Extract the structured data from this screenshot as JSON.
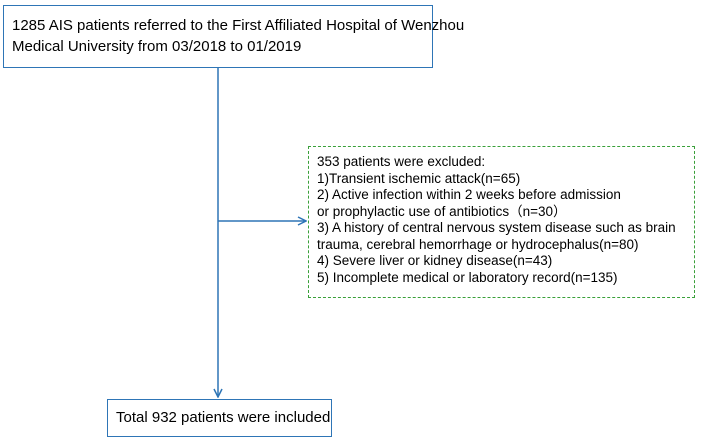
{
  "flowchart": {
    "top_box": {
      "lines": [
        "1285 AIS patients referred to the First Affiliated Hospital of Wenzhou",
        "Medical University  from 03/2018 to 01/2019"
      ]
    },
    "exclusion_box": {
      "lines": [
        "353 patients were excluded:",
        "1)Transient ischemic attack(n=65)",
        "2) Active infection within  2 weeks before admission",
        "or prophylactic use of antibiotics（n=30）",
        "3) A history of central nervous system disease such as brain",
        "trauma, cerebral hemorrhage or hydrocephalus(n=80)",
        "4) Severe liver or kidney disease(n=43)",
        "5) Incomplete medical or laboratory record(n=135)"
      ]
    },
    "bottom_box": {
      "text": "Total 932 patients were included"
    },
    "colors": {
      "solid_border": "#2e75b6",
      "dashed_border": "#3aa03a",
      "arrow": "#2e75b6"
    }
  }
}
